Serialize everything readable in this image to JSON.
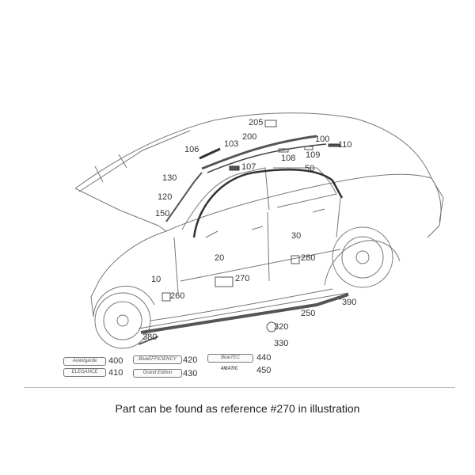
{
  "diagram": {
    "part_labels": [
      "205",
      "200",
      "106",
      "103",
      "100",
      "110",
      "108",
      "109",
      "107",
      "50",
      "130",
      "120",
      "150",
      "30",
      "20",
      "280",
      "10",
      "270",
      "260",
      "390",
      "250",
      "320",
      "330",
      "380",
      "400",
      "420",
      "440",
      "410",
      "430",
      "450"
    ],
    "badges": {
      "400": "Avantgarde",
      "410": "ELEGANCE",
      "420": "BlueEFFICIENCY",
      "430": "Grand Edition",
      "440": "BlueTEC",
      "450": "4MATIC"
    }
  },
  "caption": "Part can be found as reference #270 in illustration"
}
